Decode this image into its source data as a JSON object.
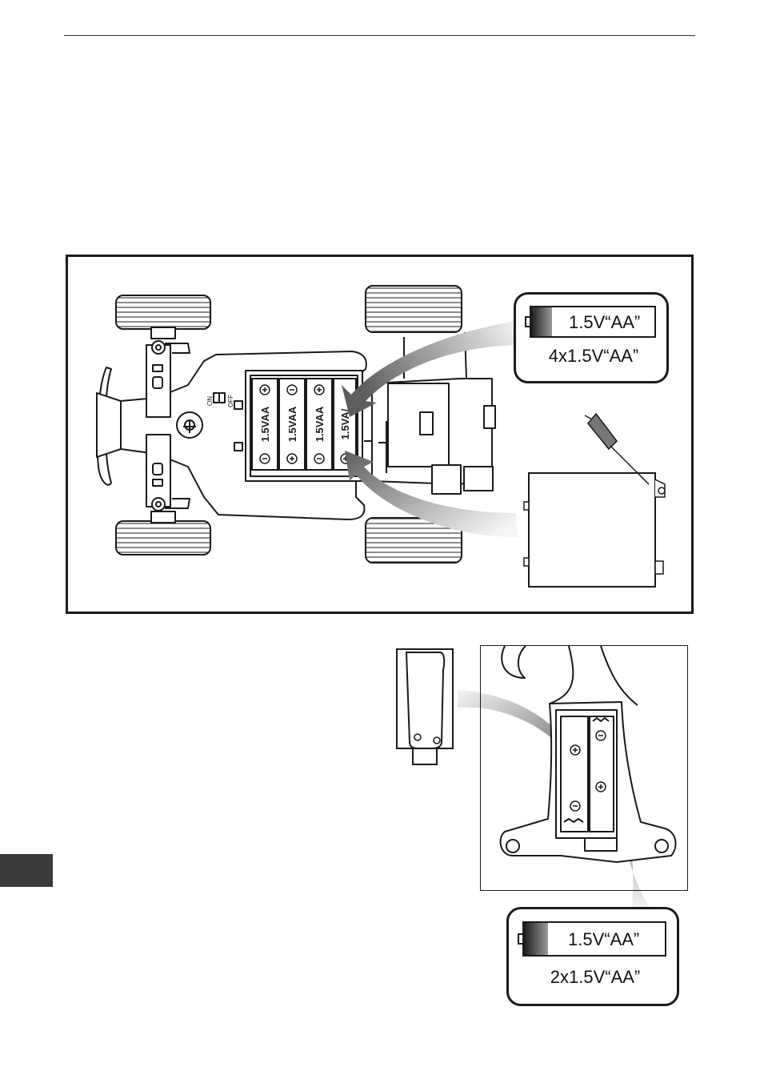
{
  "car_figure": {
    "switch_on_label": "ON",
    "switch_off_label": "OFF",
    "battery_cell_labels": [
      "1.5VAA",
      "1.5VAA",
      "1.5VAA",
      "1.5VA/"
    ],
    "callout": {
      "cell_label": "1.5V“AA”",
      "count_label": "4x1.5V“AA”"
    }
  },
  "remote_figure": {
    "callout": {
      "cell_label": "1.5V“AA”",
      "count_label": "2x1.5V“AA”"
    }
  },
  "colors": {
    "line": "#1a1a1a",
    "arrow_dark": "#6e6e6e",
    "arrow_light": "#f2f2f2",
    "side_tab": "#3a3a3a"
  }
}
